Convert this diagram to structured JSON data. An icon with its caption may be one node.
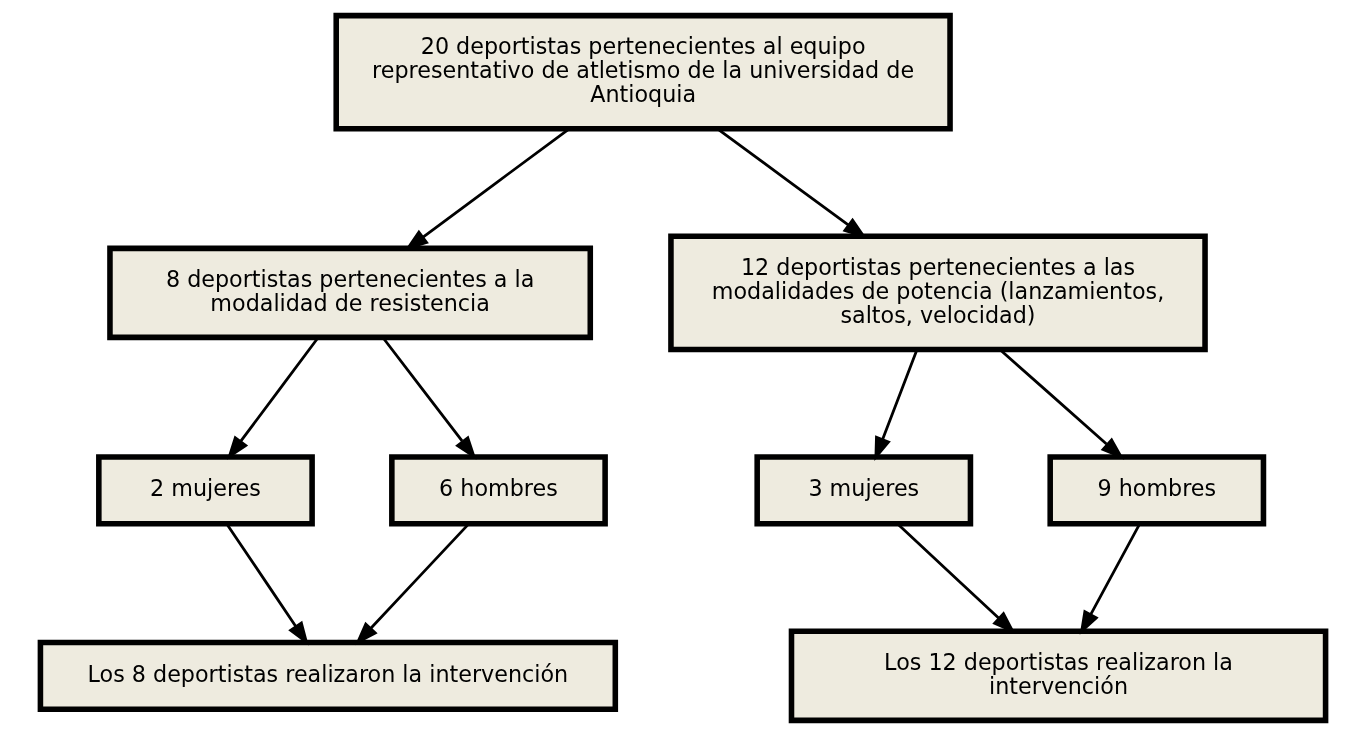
{
  "diagram": {
    "nodes": [
      {
        "text": [
          "20 deportistas pertenecientes al equipo representativo de atletismo de la universidad de Antioquia"
        ]
      },
      {
        "text": [
          "8 deportistas pertenecientes a la modalidad de resistencia"
        ]
      },
      {
        "text": [
          "12 deportistas pertenecientes a las modalidades de potencia (lanzamientos, saltos, velocidad)"
        ]
      },
      {
        "text": [
          "2 mujeres"
        ]
      },
      {
        "text": [
          "6 hombres"
        ]
      },
      {
        "text": [
          "3 mujeres"
        ]
      },
      {
        "text": [
          "9 hombres"
        ]
      },
      {
        "text": [
          "Los 8 deportistas realizaron la intervención"
        ]
      },
      {
        "text": [
          "Los 12 deportistas realizaron la intervención"
        ]
      }
    ],
    "edges": [
      {
        "from": 0,
        "to": 1,
        "arrow": "to"
      },
      {
        "from": 0,
        "to": 2,
        "arrow": "to"
      },
      {
        "from": 1,
        "to": 3,
        "arrow": "to"
      },
      {
        "from": 1,
        "to": 4,
        "arrow": "to"
      },
      {
        "from": 2,
        "to": 5,
        "arrow": "to"
      },
      {
        "from": 2,
        "to": 6,
        "arrow": "to"
      },
      {
        "from": 3,
        "to": 7,
        "arrow": "to"
      },
      {
        "from": 4,
        "to": 7,
        "arrow": "to"
      },
      {
        "from": 5,
        "to": 8,
        "arrow": "to"
      },
      {
        "from": 6,
        "to": 8,
        "arrow": "to"
      }
    ]
  }
}
